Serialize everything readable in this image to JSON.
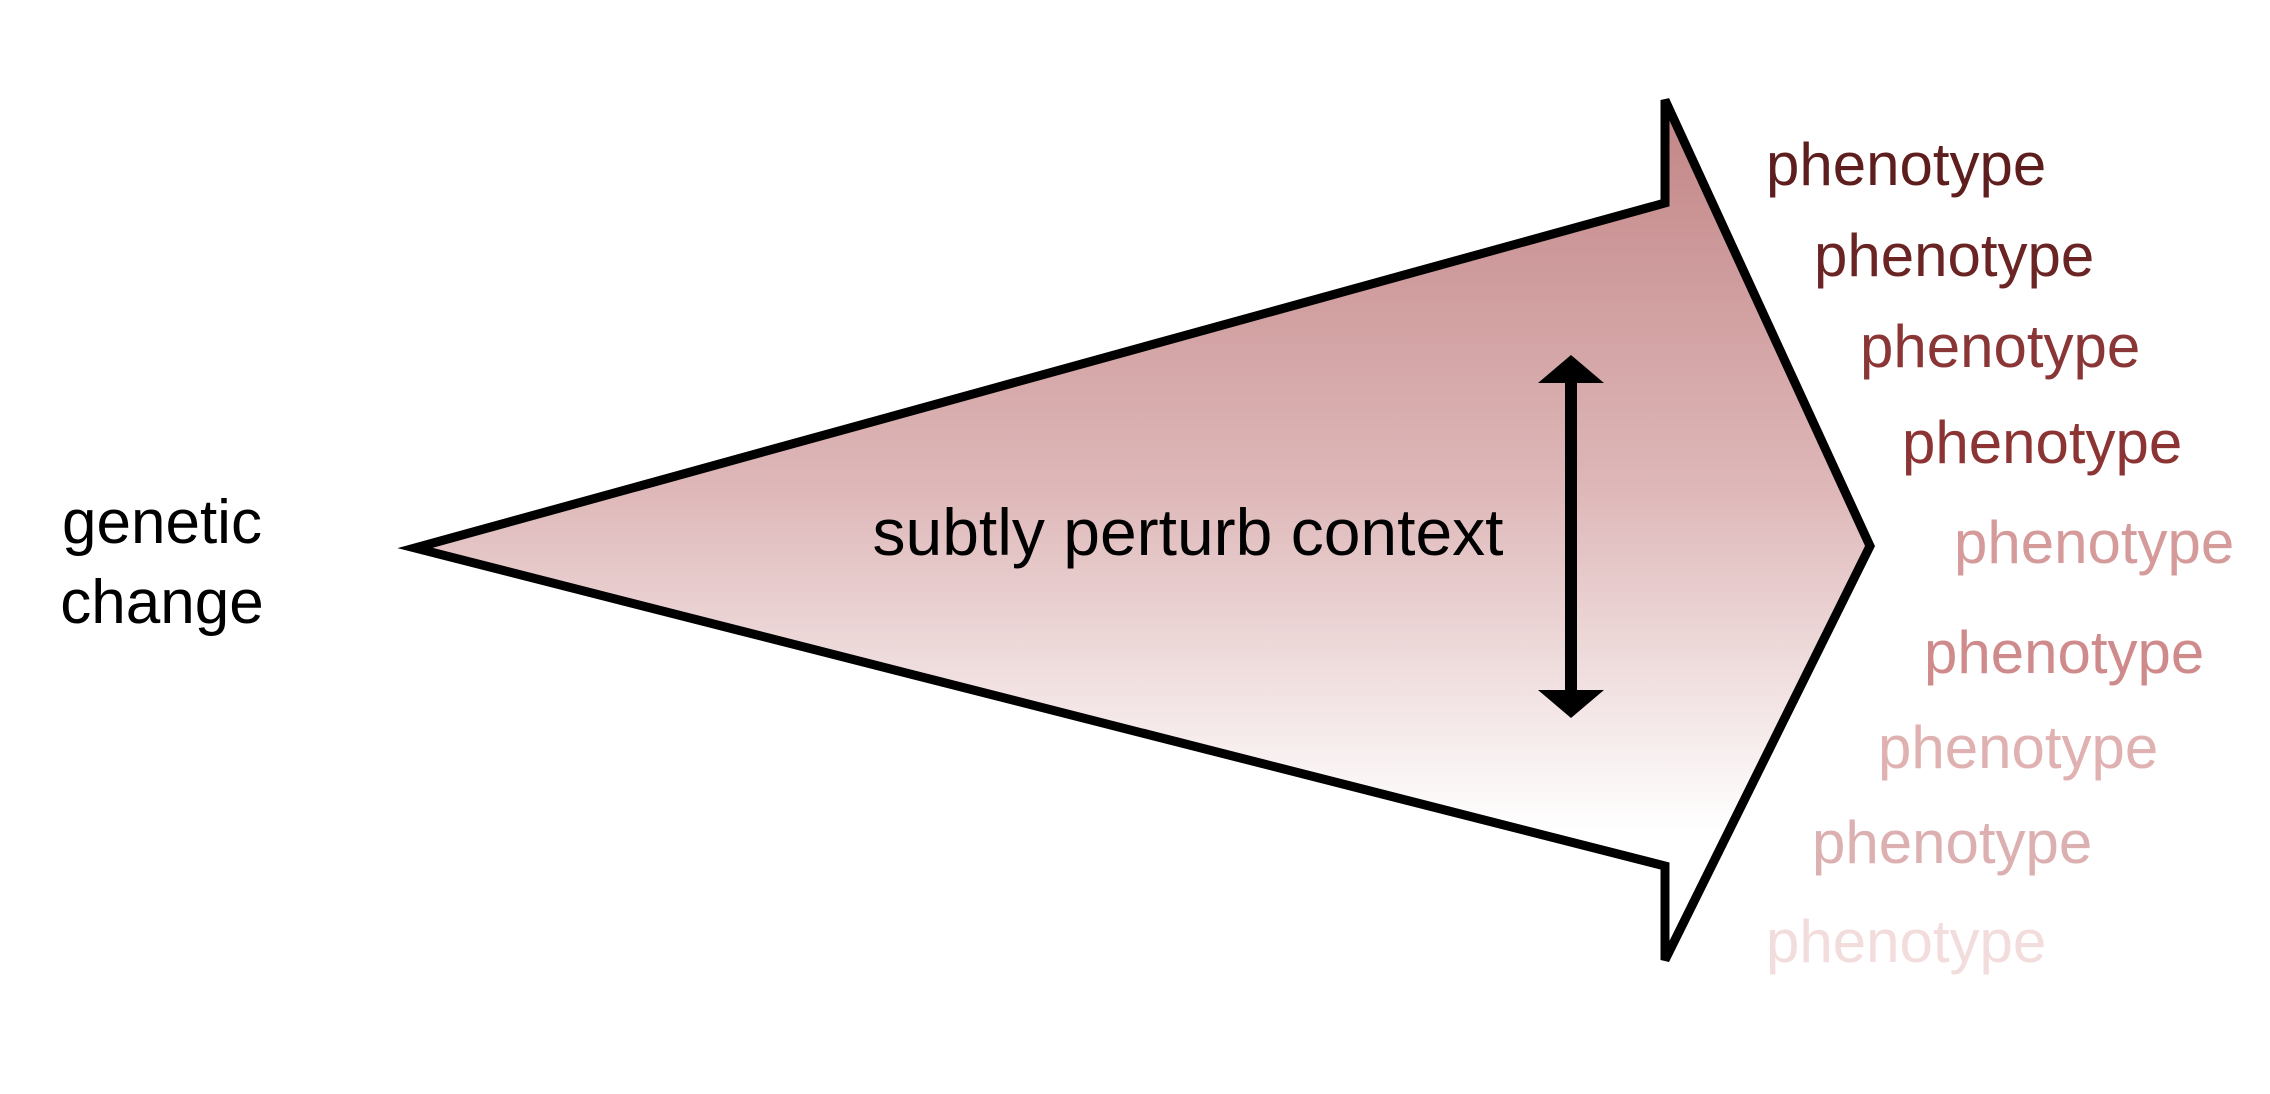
{
  "input": {
    "line1": "genetic",
    "line2": "change"
  },
  "arrow": {
    "label": "subtly perturb context",
    "fill_top_color": "#c28586",
    "fill_bottom_color": "#ffffff",
    "stroke_color": "#000000"
  },
  "perturbation_arrow": {
    "icon": "double-headed-vertical-arrow",
    "color": "#000000"
  },
  "outcomes": [
    {
      "text": "phenotype",
      "color": "#5e1e1e"
    },
    {
      "text": "phenotype",
      "color": "#6b2424"
    },
    {
      "text": "phenotype",
      "color": "#8a3636"
    },
    {
      "text": "phenotype",
      "color": "#8c3434"
    },
    {
      "text": "phenotype",
      "color": "#d59a9a"
    },
    {
      "text": "phenotype",
      "color": "#cf8a8b"
    },
    {
      "text": "phenotype",
      "color": "#e0b1b1"
    },
    {
      "text": "phenotype",
      "color": "#dcafb0"
    },
    {
      "text": "phenotype",
      "color": "#f2dcdc"
    }
  ]
}
